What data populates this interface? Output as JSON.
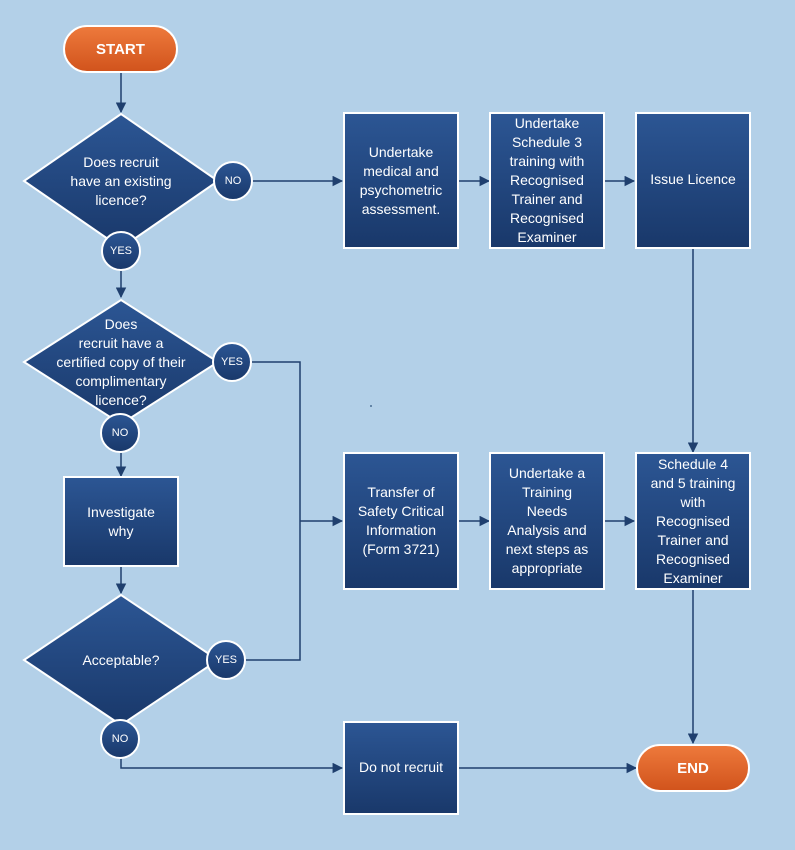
{
  "terminals": {
    "start": "START",
    "end": "END"
  },
  "decisions": {
    "existing_licence": "Does recruit\nhave an existing\nlicence?",
    "certified_copy": "Does\nrecruit have a\ncertified copy of their\ncomplimentary\nlicence?",
    "acceptable": "Acceptable?"
  },
  "processes": {
    "medical": "Undertake\nmedical and\npsychometric\nassessment.",
    "schedule3": "Undertake\nSchedule 3\ntraining with\nRecognised\nTrainer and\nRecognised\nExaminer",
    "issue_licence": "Issue Licence",
    "investigate": "Investigate\nwhy",
    "transfer": "Transfer of\nSafety Critical\nInformation\n(Form 3721)",
    "tna": "Undertake a\nTraining\nNeeds\nAnalysis and\nnext steps as\nappropriate",
    "schedule45": "Schedule 4\nand 5 training\nwith\nRecognised\nTrainer and\nRecognised\nExaminer",
    "do_not_recruit": "Do not recruit"
  },
  "badges": {
    "no_1": "NO",
    "yes_1": "YES",
    "yes_2": "YES",
    "no_2": "NO",
    "yes_3": "YES",
    "no_3": "NO"
  },
  "colors": {
    "background": "#b3d0e8",
    "node_fill_top": "#27508e",
    "node_fill_bottom": "#1a3a6b",
    "node_border": "#ffffff",
    "terminal_fill": "#e0602a",
    "connector": "#1f3f6e"
  }
}
